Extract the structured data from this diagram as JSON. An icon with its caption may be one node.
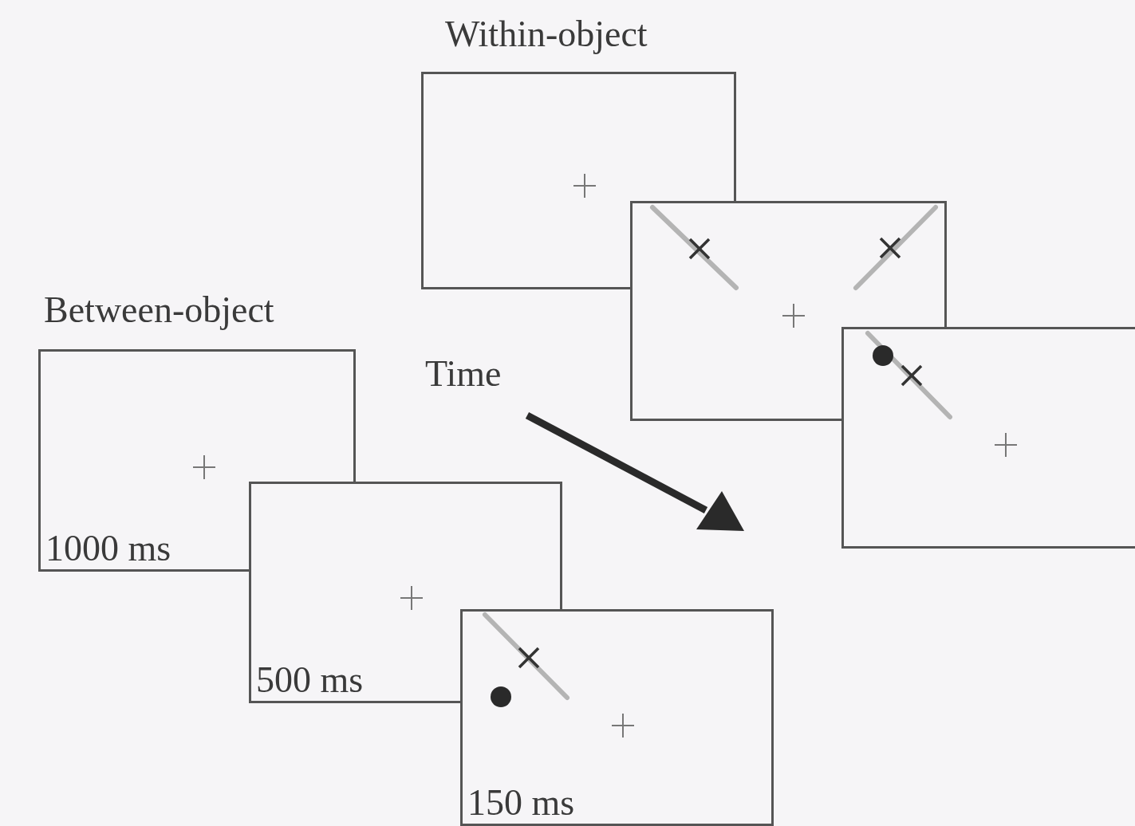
{
  "diagram": {
    "nodes": [
      {
        "text": [],
        "shape": "box"
      },
      {
        "text": [],
        "shape": "box"
      },
      {
        "text": [],
        "shape": "box"
      },
      {
        "text": [
          "1000 ms"
        ]
      },
      {
        "text": [
          "500 ms"
        ]
      },
      {
        "text": [
          "150 ms"
        ]
      }
    ],
    "labels": [
      "Within-object",
      "Between-object",
      "Time"
    ]
  }
}
